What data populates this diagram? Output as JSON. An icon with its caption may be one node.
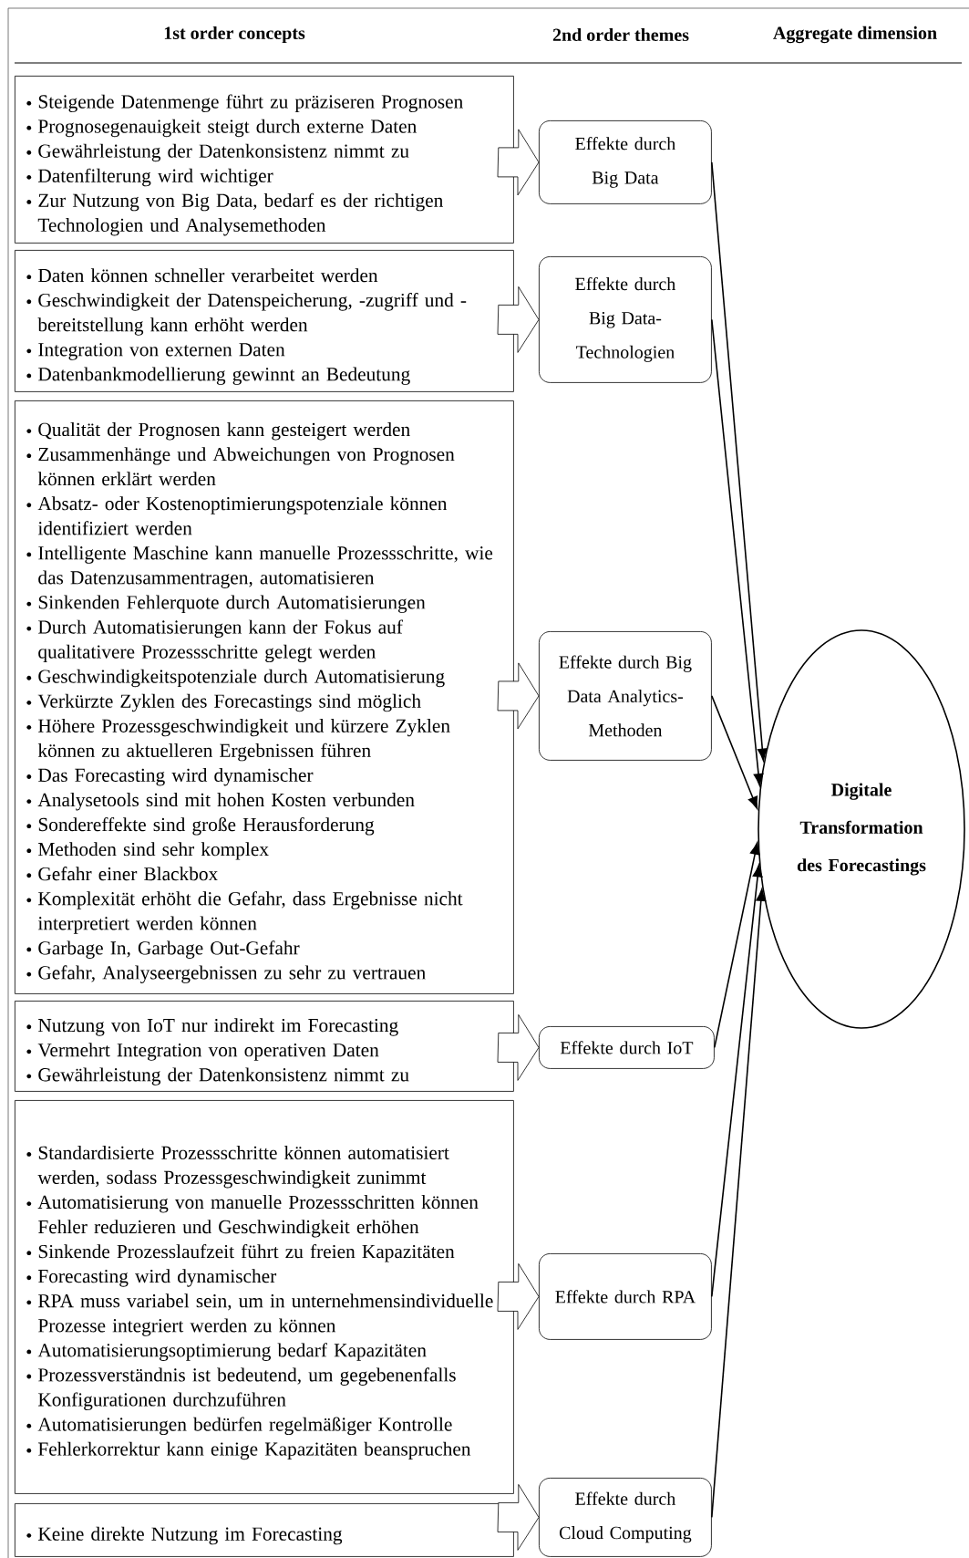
{
  "diagram": {
    "nodes": [
      {
        "text": [
          "Steigende Datenmenge führt zu präziseren Prognosen",
          "Prognosegenauigkeit steigt durch externe Daten",
          "Gewährleistung der Datenkonsistenz nimmt zu",
          "Datenfilterung wird wichtiger",
          "Zur Nutzung von Big Data, bedarf es der richtigen Technologien und Analysemethoden"
        ]
      },
      {
        "text": [
          "Daten können schneller verarbeitet werden",
          "Geschwindigkeit der Datenspeicherung, -zugriff und -bereitstellung kann erhöht werden",
          "Integration von externen Daten",
          "Datenbankmodellierung gewinnt an Bedeutung"
        ]
      },
      {
        "text": [
          "Qualität der Prognosen kann gesteigert werden",
          "Zusammenhänge und Abweichungen von Prognosen können erklärt werden",
          "Absatz- oder Kostenoptimierungspotenziale können identifiziert werden",
          "Intelligente Maschine kann manuelle Prozessschritte, wie das Datenzusammentragen, automatisieren",
          "Sinkenden Fehlerquote durch Automatisierungen",
          "Durch Automatisierungen kann der Fokus auf qualitativere Prozessschritte gelegt werden",
          "Geschwindigkeitspotenziale durch Automatisierung",
          "Verkürzte Zyklen des Forecastings sind möglich",
          "Höhere Prozessgeschwindigkeit und kürzere Zyklen können zu aktuelleren Ergebnissen führen",
          "Das Forecasting wird dynamischer",
          "Analysetools sind mit hohen Kosten verbunden",
          "Sondereffekte sind große Herausforderung",
          "Methoden sind sehr komplex",
          "Gefahr einer Blackbox",
          "Komplexität erhöht die Gefahr, dass Ergebnisse nicht interpretiert werden können",
          "Garbage In, Garbage Out-Gefahr",
          "Gefahr, Analyseergebnissen zu sehr zu vertrauen"
        ]
      },
      {
        "text": [
          "Nutzung von IoT nur indirekt im Forecasting",
          "Vermehrt Integration von operativen Daten",
          "Gewährleistung der Datenkonsistenz nimmt zu"
        ]
      },
      {
        "text": [
          "Standardisierte Prozessschritte können automatisiert werden, sodass Prozessgeschwindigkeit zunimmt",
          "Automatisierung von manuelle Prozessschritten können Fehler reduzieren und Geschwindigkeit erhöhen",
          "Sinkende Prozesslaufzeit führt zu freien Kapazitäten",
          "Forecasting wird dynamischer",
          "RPA muss variabel sein, um in unternehmensindividuelle Prozesse integriert werden zu können",
          "Automatisierungsoptimierung bedarf Kapazitäten",
          "Prozessverständnis ist bedeutend, um gegebenenfalls Konfigurationen durchzuführen",
          "Automatisierungen bedürfen regelmäßiger Kontrolle",
          "Fehlerkorrektur kann einige Kapazitäten beanspruchen"
        ]
      },
      {
        "text": [
          "Keine direkte Nutzung im Forecasting"
        ]
      },
      {
        "text": [
          "Effekte durch Big Data"
        ]
      },
      {
        "text": [
          "Effekte durch Big Data-Technologien"
        ]
      },
      {
        "text": [
          "Effekte durch Big Data Analytics-Methoden"
        ]
      },
      {
        "text": [
          "Effekte durch IoT"
        ]
      },
      {
        "text": [
          "Effekte durch RPA"
        ]
      },
      {
        "text": [
          "Effekte durch Cloud Computing"
        ]
      },
      {
        "text": [
          "Digitale Transformation des Forecastings"
        ]
      }
    ],
    "edges": [
      {
        "from": 0,
        "to": 6,
        "arrow": "to"
      },
      {
        "from": 1,
        "to": 7,
        "arrow": "to"
      },
      {
        "from": 2,
        "to": 8,
        "arrow": "to"
      },
      {
        "from": 3,
        "to": 9,
        "arrow": "to"
      },
      {
        "from": 4,
        "to": 10,
        "arrow": "to"
      },
      {
        "from": 5,
        "to": 11,
        "arrow": "to"
      },
      {
        "from": 6,
        "to": 12,
        "arrow": "to"
      },
      {
        "from": 7,
        "to": 12,
        "arrow": "to"
      },
      {
        "from": 8,
        "to": 12,
        "arrow": "to"
      },
      {
        "from": 9,
        "to": 12,
        "arrow": "to"
      },
      {
        "from": 10,
        "to": 12,
        "arrow": "to"
      },
      {
        "from": 11,
        "to": 12,
        "arrow": "to"
      }
    ],
    "labels": [
      "1st order concepts",
      "2nd order themes",
      "Aggregate dimension"
    ]
  }
}
